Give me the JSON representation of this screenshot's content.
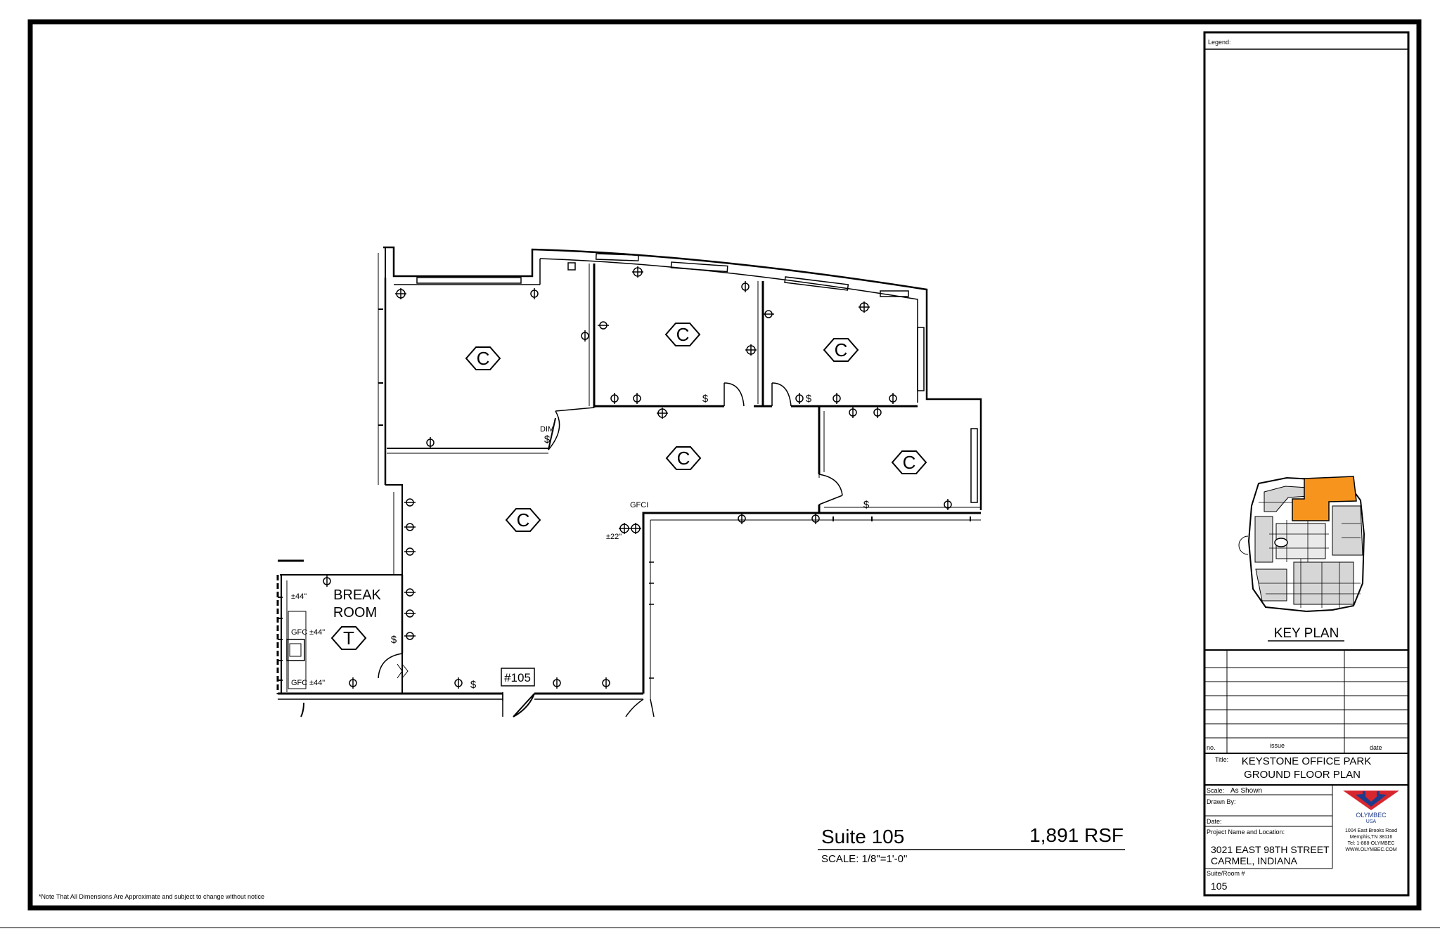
{
  "note": "*Note That All Dimensions Are Approximate and subject to change without notice",
  "suite": {
    "name": "Suite 105",
    "rsf": "1,891 RSF",
    "scale": "SCALE: 1/8\"=1'-0\""
  },
  "plan_labels": {
    "break_room_1": "BREAK",
    "break_room_2": "ROOM",
    "suite_tag": "#105",
    "dim": "DIM",
    "gfci": "GFCI",
    "gfc_1": "GFC",
    "gfc_2": "GFC",
    "h44_1": "±44\"",
    "h44_2": "±44\"",
    "h44_3": "±44\"",
    "h22": "±22\"",
    "c": "C",
    "t": "T",
    "dollar": "$"
  },
  "title_block": {
    "legend": "Legend:",
    "key_plan": "KEY PLAN",
    "col_no": "no.",
    "col_issue": "issue",
    "col_date": "date",
    "title_label": "Title:",
    "title_line1": "KEYSTONE OFFICE PARK",
    "title_line2": "GROUND FLOOR PLAN",
    "scale_label": "Scale:",
    "scale_value": "As Shown",
    "drawn_by": "Drawn By:",
    "date_label": "Date:",
    "project_label": "Project Name and Location:",
    "address1": "3021 EAST 98TH STREET",
    "address2": "CARMEL, INDIANA",
    "suite_room_label": "Suite/Room #",
    "suite_room": "105",
    "company_1": "OLYMBEC",
    "company_2": "USA",
    "company_addr1": "1004 East Brooks Road",
    "company_addr2": "Memphis,TN  38116",
    "company_tel": "Tel: 1-888-OLYMBEC",
    "company_web": "WWW.OLYMBEC.COM"
  },
  "colors": {
    "highlight": "#f7941d",
    "logo_red": "#d7262e",
    "logo_blue": "#1f3c8c"
  }
}
